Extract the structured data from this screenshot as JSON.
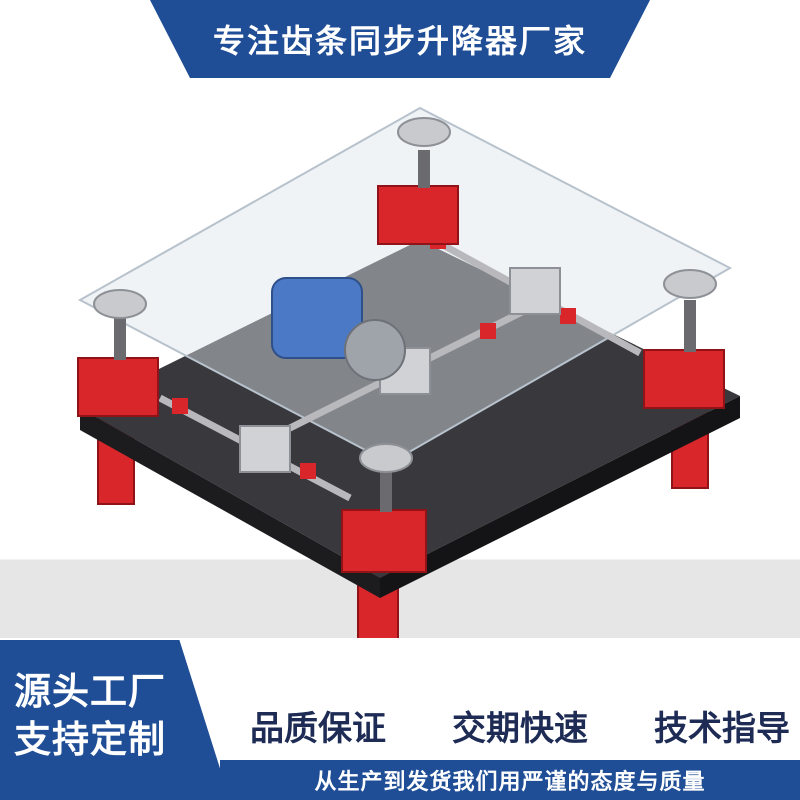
{
  "header": {
    "title": "专注齿条同步升降器厂家"
  },
  "badge": {
    "line1": "源头工厂",
    "line2": "支持定制"
  },
  "features": [
    "品质保证",
    "交期快速",
    "技术指导"
  ],
  "slogan": "从生产到发货我们用严谨的态度与质量",
  "colors": {
    "brand_blue": "#1f4e96",
    "jack_red": "#d9262b",
    "platform_dark": "#2b2b2e"
  }
}
